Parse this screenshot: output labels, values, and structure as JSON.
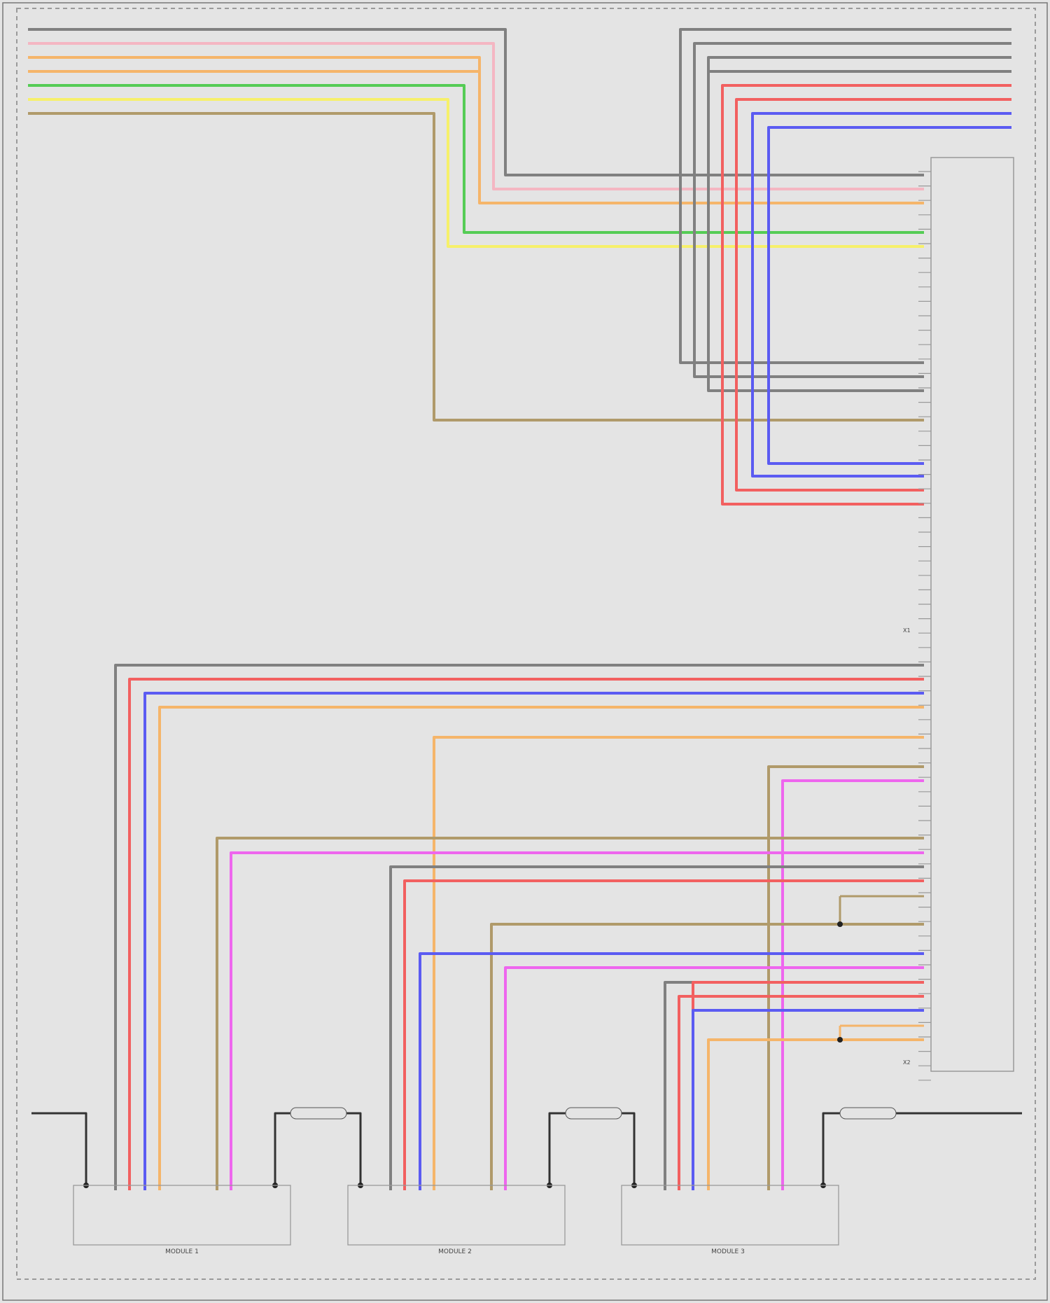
{
  "colors": {
    "GRY": "#808080",
    "PNK": "#f4b6c2",
    "ORN": "#f5b56a",
    "GRN": "#55cc55",
    "YEL": "#f6f06a",
    "BRN": "#b09a6a",
    "RED": "#f26060",
    "BLU": "#5b5bf2",
    "VIO": "#ee66ee",
    "BLK": "#333333",
    "frame": "#9a9a9a"
  },
  "top_left_wires": [
    "GRY",
    "PNK",
    "ORN",
    "ORN",
    "GRN",
    "YEL",
    "BRN"
  ],
  "top_right_wires": [
    "GRY",
    "GRY",
    "GRY",
    "GRY",
    "RED",
    "RED",
    "BLU",
    "BLU"
  ],
  "modules": [
    {
      "name": "MODULE 1"
    },
    {
      "name": "MODULE 2"
    },
    {
      "name": "MODULE 3"
    }
  ],
  "connector_groups": [
    "X1",
    "X2"
  ],
  "footer_text": "",
  "page_ref": ""
}
